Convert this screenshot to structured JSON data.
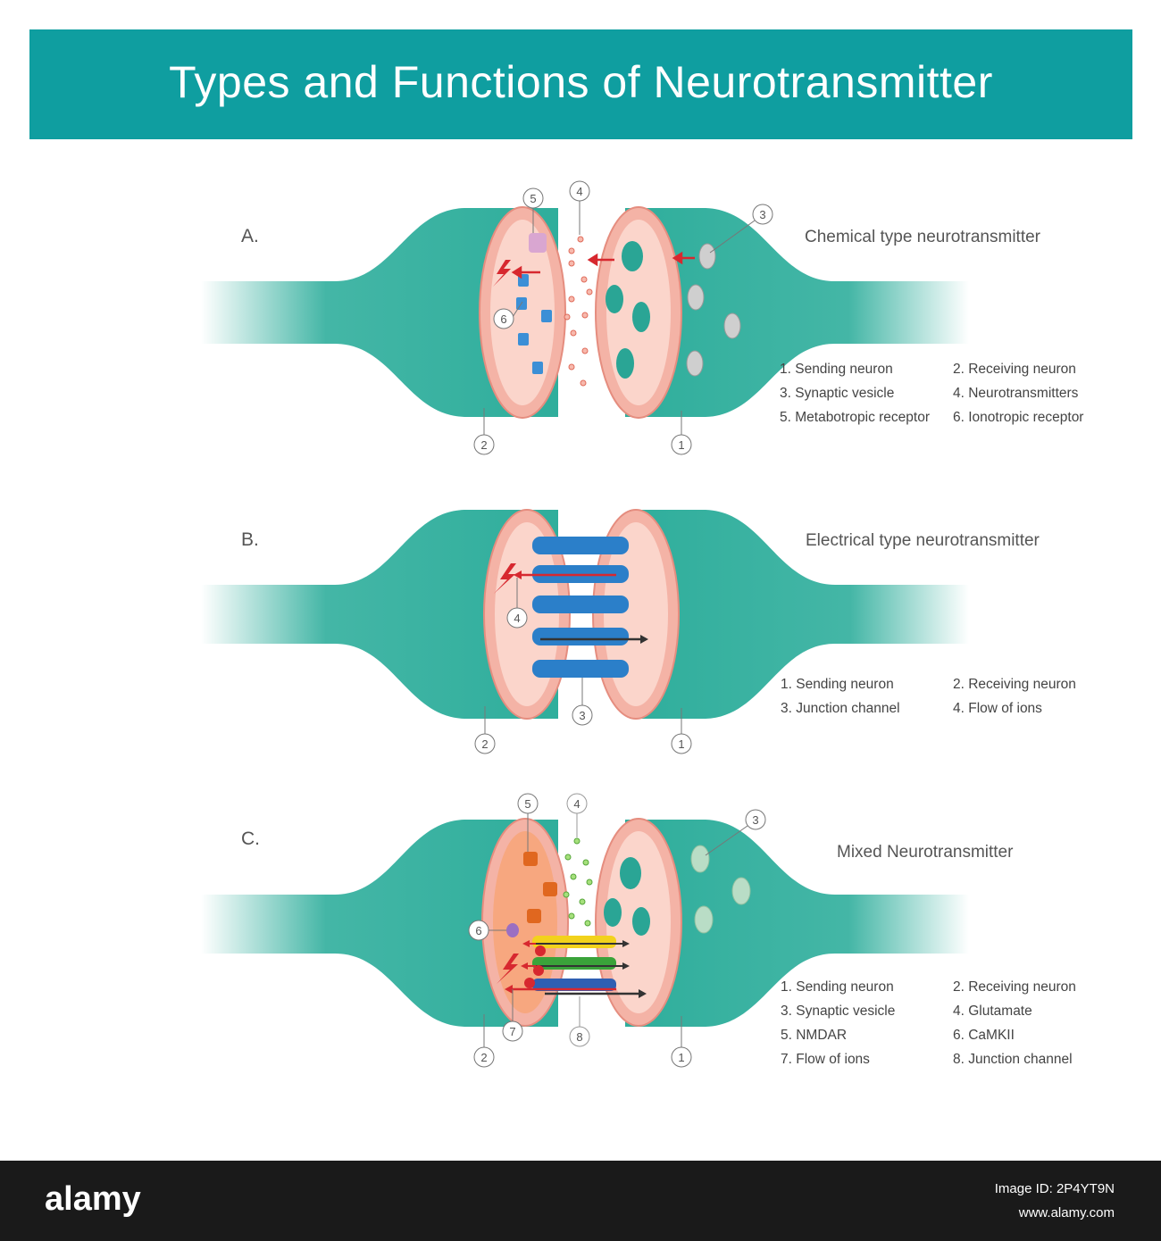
{
  "header": {
    "title": "Types and Functions of Neurotransmitter"
  },
  "panels": [
    {
      "letter": "A.",
      "title": "Chemical type neurotransmitter",
      "legend": [
        "1. Sending neuron",
        "2. Receiving neuron",
        "3. Synaptic vesicle",
        "4. Neurotransmitters",
        "5. Metabotropic receptor",
        "6. Ionotropic receptor"
      ],
      "callouts": [
        "1",
        "2",
        "3",
        "4",
        "5",
        "6"
      ]
    },
    {
      "letter": "B.",
      "title": "Electrical type neurotransmitter",
      "legend": [
        "1. Sending neuron",
        "2. Receiving neuron",
        "3. Junction channel",
        "4. Flow of ions"
      ],
      "callouts": [
        "1",
        "2",
        "3",
        "4"
      ]
    },
    {
      "letter": "C.",
      "title": "Mixed Neurotransmitter",
      "legend": [
        "1. Sending neuron",
        "2. Receiving neuron",
        "3. Synaptic vesicle",
        "4. Glutamate",
        "5. NMDAR",
        "6. CaMKII",
        "7. Flow of ions",
        "8. Junction channel"
      ],
      "callouts": [
        "1",
        "2",
        "3",
        "4",
        "5",
        "6",
        "7",
        "8"
      ]
    }
  ],
  "colors": {
    "header_bg": "#0f9ea0",
    "neuron_teal": "#2fae9c",
    "membrane_pink": "#f4b3a6",
    "receptor_blue": "#2b7fc9",
    "ion_arrow_red": "#d7282f"
  },
  "footer": {
    "brand": "alamy",
    "image_id": "Image ID: 2P4YT9N",
    "url": "www.alamy.com"
  }
}
